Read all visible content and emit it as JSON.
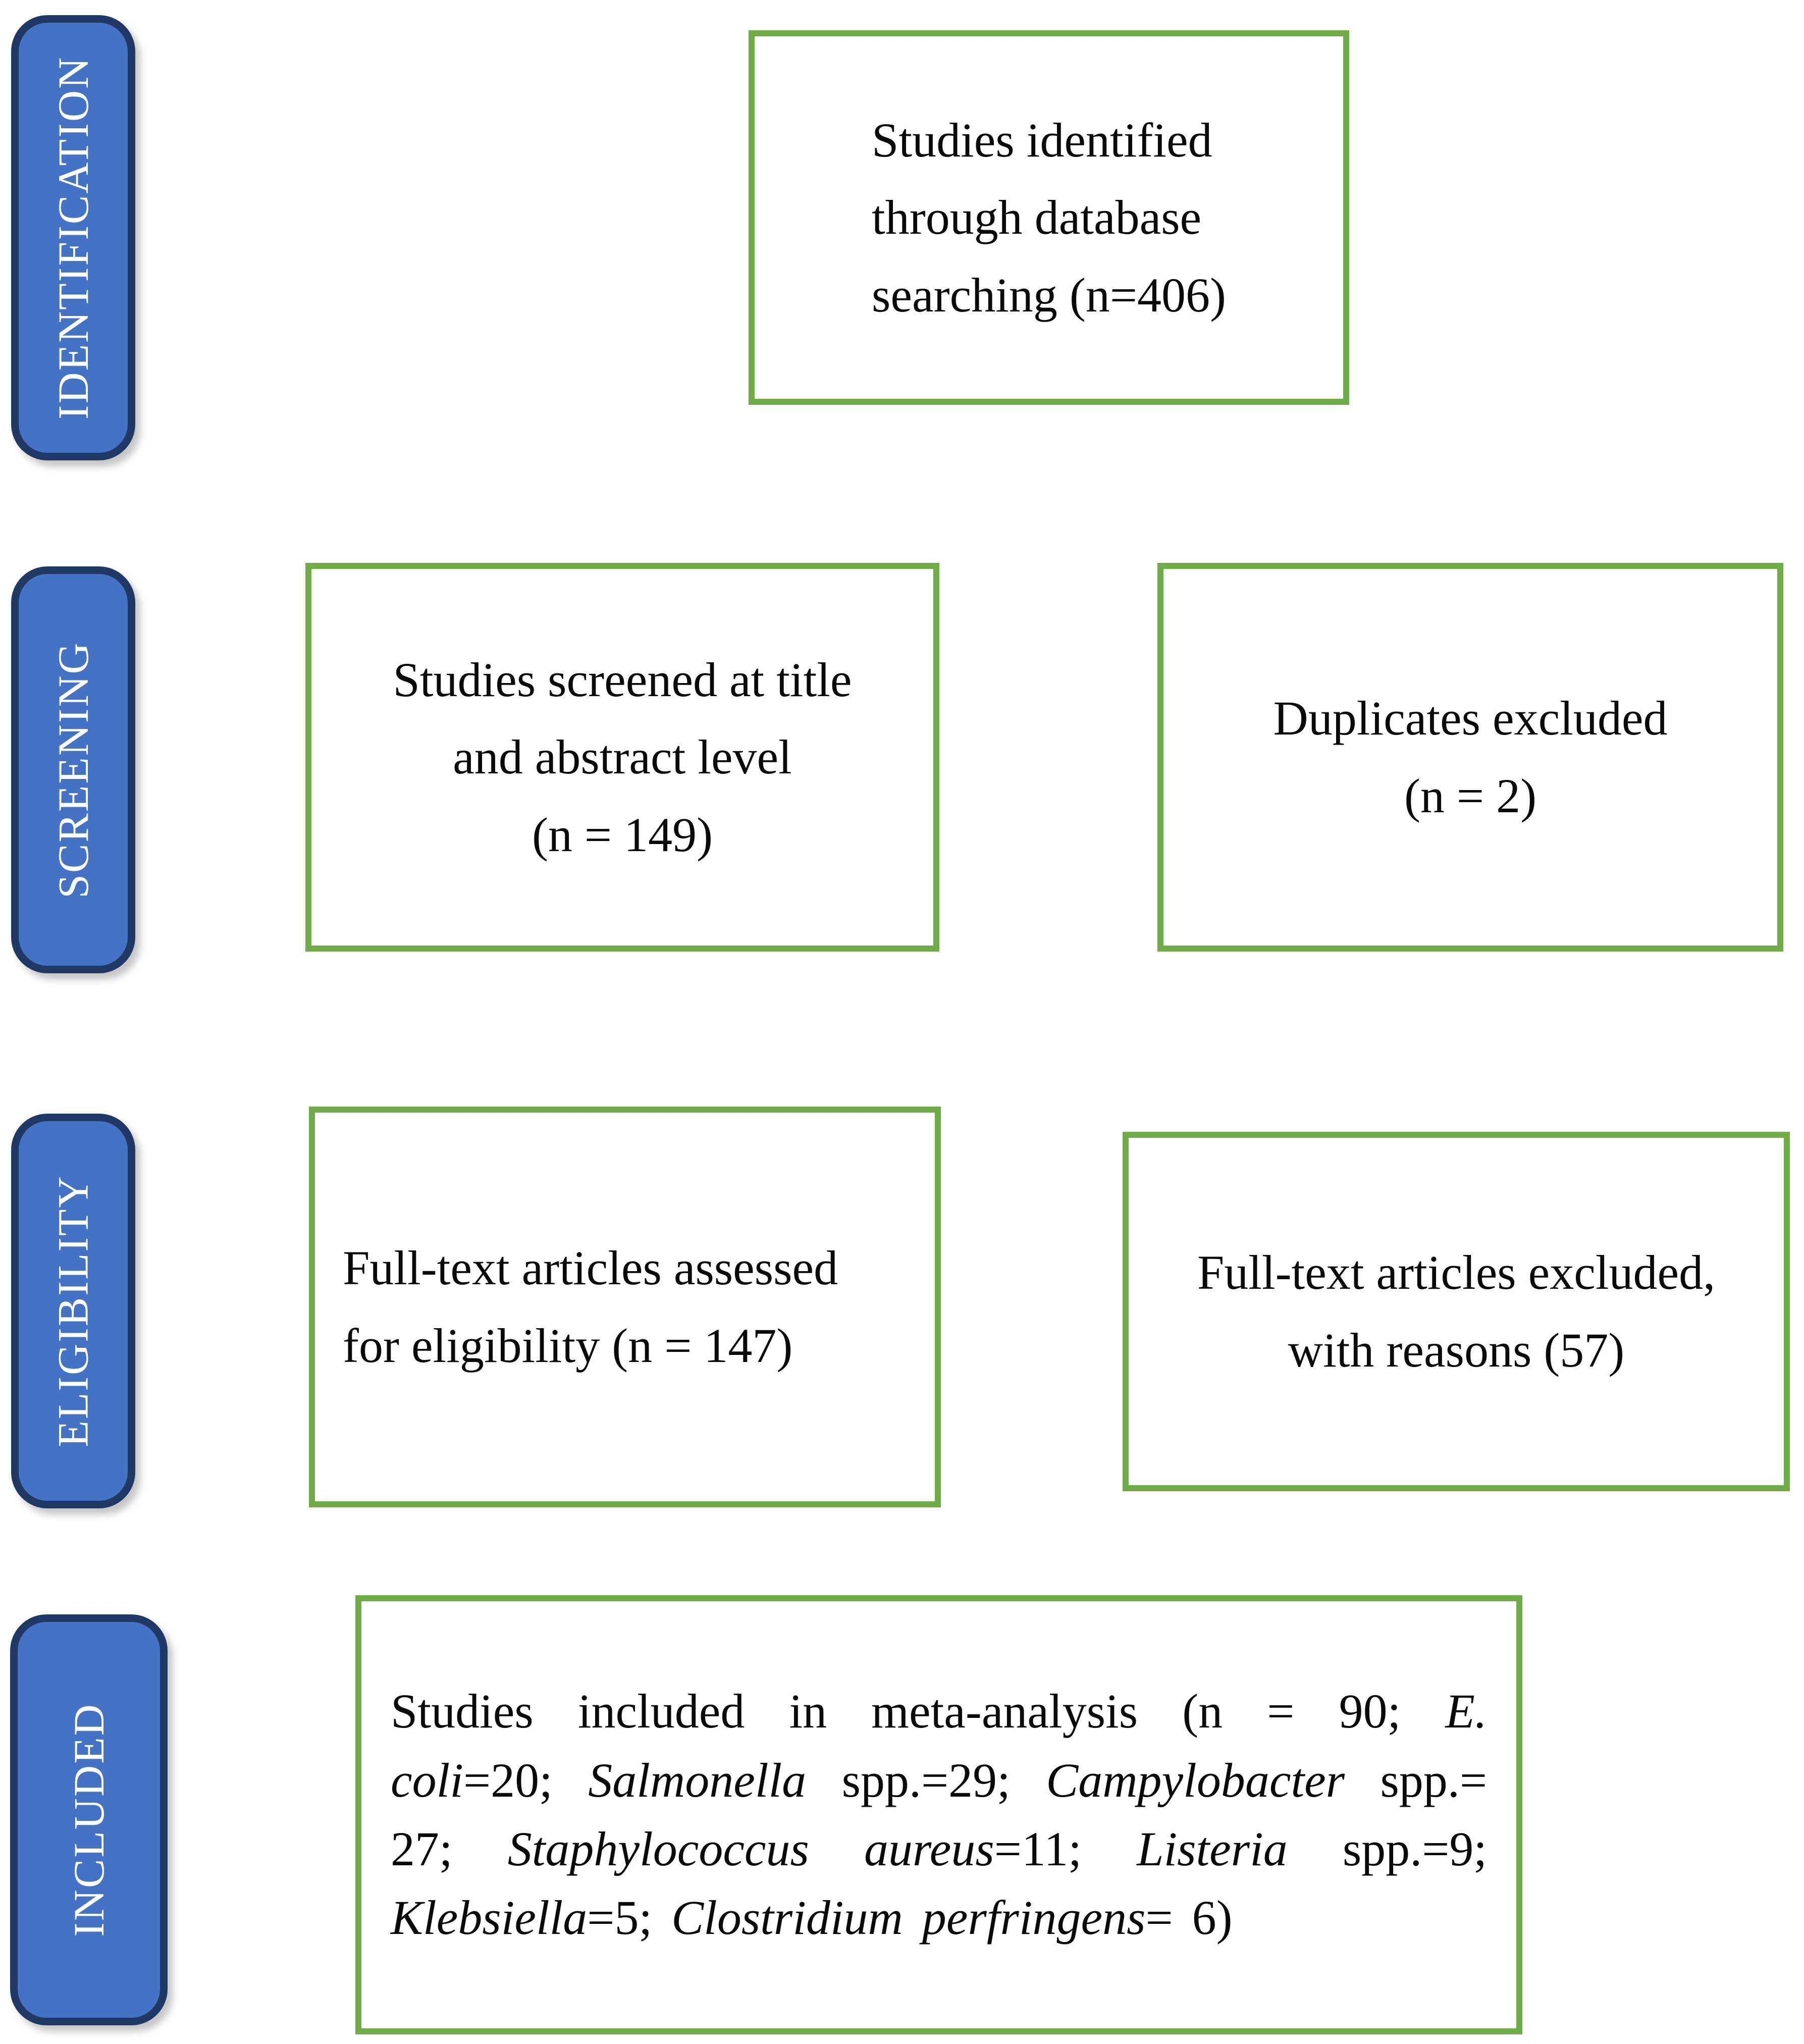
{
  "colors": {
    "background": "#ffffff",
    "stage_fill": "#4472c4",
    "stage_border": "#203864",
    "stage_text": "#ffffff",
    "box_border": "#6fad47",
    "box_background": "#ffffff",
    "box_text": "#0a0a0a"
  },
  "stages": [
    {
      "label": "IDENTIFICATION"
    },
    {
      "label": "SCREENING"
    },
    {
      "label": "ELIGIBILITY"
    },
    {
      "label": "INCLUDED"
    }
  ],
  "boxes": {
    "identified": {
      "lines": [
        "Studies identified",
        "through database",
        "searching (n=406)"
      ]
    },
    "screened": {
      "lines": [
        "Studies screened at title",
        "and abstract level",
        "(n = 149)"
      ]
    },
    "duplicates": {
      "lines": [
        "Duplicates excluded",
        "(n = 2)"
      ]
    },
    "fulltext_assessed": {
      "lines": [
        "Full-text articles assessed",
        "for eligibility (n = 147)"
      ]
    },
    "fulltext_excluded": {
      "lines": [
        "Full-text articles excluded,",
        "with reasons (57)"
      ]
    },
    "included": {
      "text": "Studies included in meta-analysis (n = 90; E. coli=20; Salmonella spp.=29; Campylobacter spp.= 27; Staphylococcus aureus=11; Listeria spp.=9; Klebsiella=5; Clostridium perfringens= 6)",
      "segments": [
        {
          "t": "Studies included in meta-analysis (n = 90; ",
          "i": false
        },
        {
          "t": "E. coli",
          "i": true
        },
        {
          "t": "=20; ",
          "i": false
        },
        {
          "t": "Salmonella",
          "i": true
        },
        {
          "t": " spp.=29; ",
          "i": false
        },
        {
          "t": "Campylobacter",
          "i": true
        },
        {
          "t": " spp.= 27; ",
          "i": false
        },
        {
          "t": "Staphylococcus aureus",
          "i": true
        },
        {
          "t": "=11; ",
          "i": false
        },
        {
          "t": "Listeria",
          "i": true
        },
        {
          "t": " spp.=9; ",
          "i": false
        },
        {
          "t": "Klebsiella",
          "i": true
        },
        {
          "t": "=5; ",
          "i": false
        },
        {
          "t": "Clostridium perfringens",
          "i": true
        },
        {
          "t": "= 6)",
          "i": false
        }
      ]
    }
  }
}
